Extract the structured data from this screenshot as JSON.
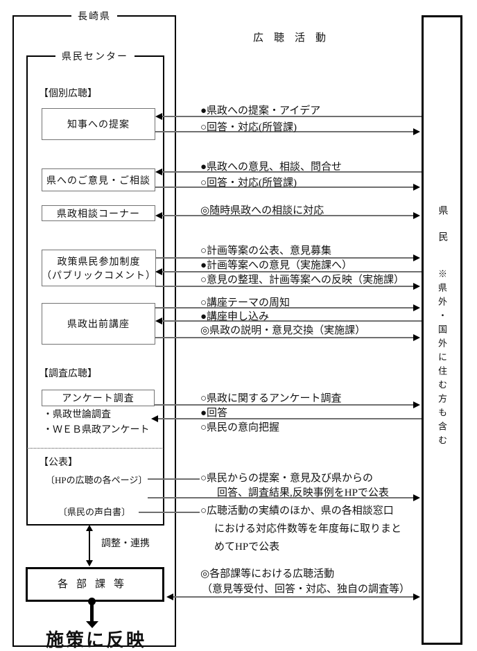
{
  "title": "広聴活動",
  "prefecture_box": {
    "label": "長崎県"
  },
  "center_box": {
    "label": "県民センター"
  },
  "citizen_box": {
    "label": "県民",
    "note": "※県外・国外に住む方も含む"
  },
  "sections": {
    "individual": "【個別広聴】",
    "survey": "【調査広聴】",
    "publication": "【公表】"
  },
  "channels": {
    "governor": "知事への提案",
    "opinions": "県へのご意見・ご相談",
    "consult": "県政相談コーナー",
    "pubcom1": "政策県民参加制度",
    "pubcom2": "（パブリックコメント）",
    "lecture": "県政出前講座",
    "enquete": "アンケート調査"
  },
  "survey_items": [
    "・県政世論調査",
    "・ＷＥＢ県政アンケート"
  ],
  "publications": {
    "hp": "〔HPの広聴の各ページ〕",
    "whitepaper": "〔県民の声白書〕"
  },
  "flows": {
    "governor_in": "●県政への提案・アイデア",
    "governor_out": "○回答・対応(所管課)",
    "opinion_in": "●県政への意見、相談、問合せ",
    "opinion_out": "○回答・対応(所管課)",
    "consult_both": "◎随時県政への相談に対応",
    "pubcom_publish": "○計画等案の公表、意見募集",
    "pubcom_in": "●計画等案への意見（実施課へ）",
    "pubcom_reflect": "○意見の整理、計画等案への反映（実施課）",
    "lecture_notice": "○講座テーマの周知",
    "lecture_apply": "●講座申し込み",
    "lecture_exchange": "◎県政の説明・意見交換（実施課）",
    "survey_out": "○県政に関するアンケート調査",
    "survey_in": "●回答",
    "survey_grasp": "○県民の意向把握",
    "hp_line1": "○県民からの提案・意見及び県からの",
    "hp_line2": "回答、調査結果,反映事例をHPで公表",
    "wp_line1": "○広聴活動の実績のほか、県の各相談窓口",
    "wp_line2": "における対応件数等を年度毎に取りまと",
    "wp_line3": "めてHPで公表",
    "dept_line1": "◎各部課等における広聴活動",
    "dept_line2": "（意見等受付、回答・対応、独自の調査等）"
  },
  "coordination": "調整・連携",
  "departments": "各部課等",
  "outcome": "施策に反映",
  "colors": {
    "flow_line": "#6f6f6f",
    "channel_border": "#737373",
    "frame": "#000000"
  }
}
